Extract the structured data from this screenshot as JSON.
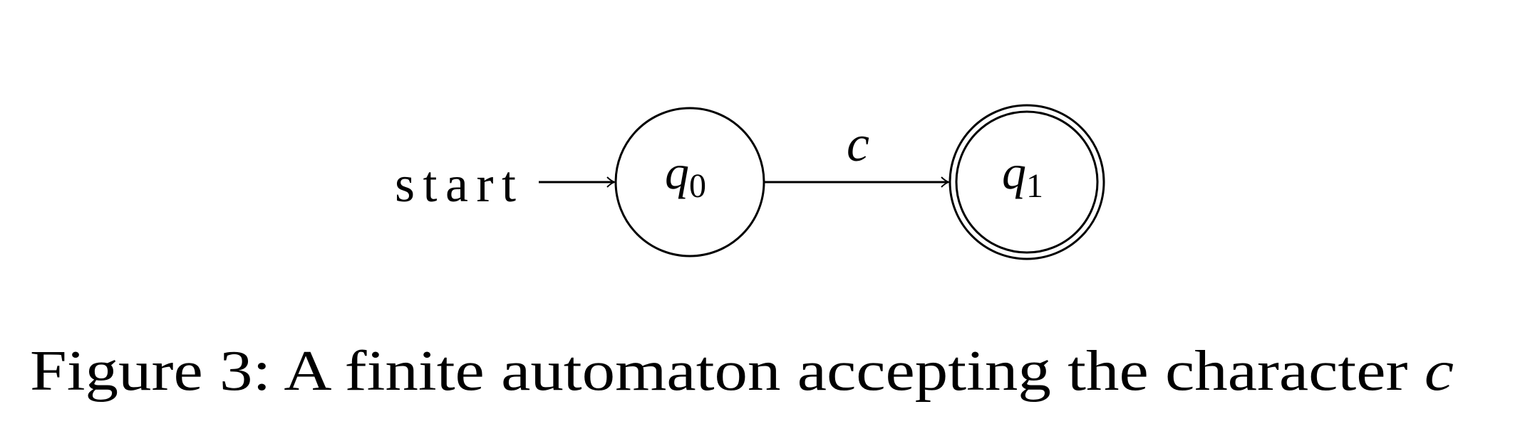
{
  "diagram": {
    "start_label": "start",
    "states": [
      {
        "name": "q",
        "subscript": "0",
        "accepting": false
      },
      {
        "name": "q",
        "subscript": "1",
        "accepting": true
      }
    ],
    "transition_label": "c"
  },
  "caption": {
    "text": "Figure 3: A finite automaton accepting the character ",
    "symbol": "c"
  }
}
